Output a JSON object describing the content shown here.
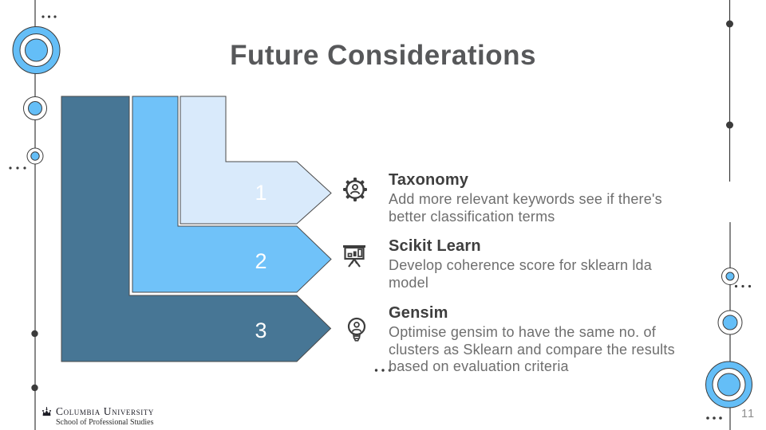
{
  "slide": {
    "title": "Future Considerations",
    "page_number": "11"
  },
  "steps": [
    {
      "number": "1",
      "icon": "user-gear-icon",
      "heading": "Taxonomy",
      "body": "Add more relevant keywords see if there's\nbetter classification terms"
    },
    {
      "number": "2",
      "icon": "presentation-chart-icon",
      "heading": "Scikit Learn",
      "body": "Develop coherence score for sklearn lda\nmodel"
    },
    {
      "number": "3",
      "icon": "bulb-user-icon",
      "heading": "Gensim",
      "body": "Optimise gensim to have the same no. of\nclusters as Sklearn and compare the results\nbased on evaluation criteria"
    }
  ],
  "footer": {
    "logo_title": "Columbia University",
    "logo_subtitle": "School of Professional Studies"
  },
  "colors": {
    "step1_fill": "#d9eafb",
    "step2_fill": "#70c2f9",
    "step3_fill": "#477695",
    "shape_outline": "#4a4a4a",
    "accent_blue": "#64bef7",
    "title_text": "#57585a",
    "heading_text": "#3e3e3e",
    "body_text": "#6e6e6e"
  }
}
